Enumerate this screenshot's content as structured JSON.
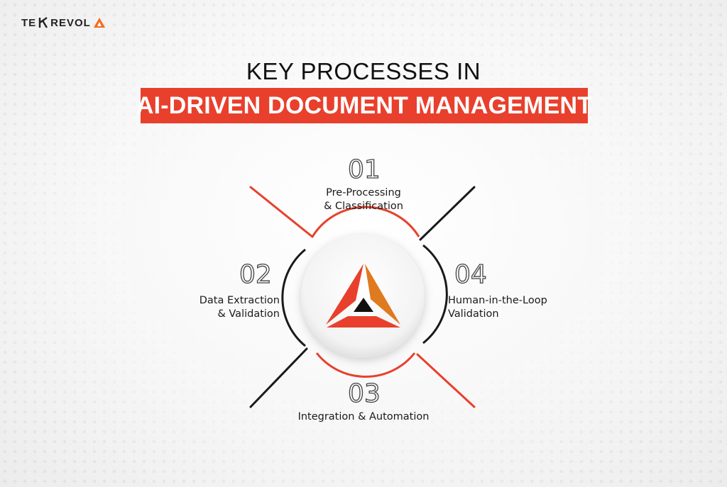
{
  "brand": {
    "name": "TEKREVOL",
    "logo_text_left": "TE",
    "logo_text_right": "REVOL"
  },
  "title": {
    "line1": "KEY PROCESSES IN",
    "banner": "AI-DRIVEN DOCUMENT MANAGEMENT"
  },
  "colors": {
    "accent": "#e8402d",
    "dark": "#1a1a1a",
    "orange": "#f26a1b"
  },
  "steps": [
    {
      "number": "01",
      "label_line1": "Pre-Processing",
      "label_line2": "& Classification"
    },
    {
      "number": "02",
      "label_line1": "Data Extraction",
      "label_line2": "& Validation"
    },
    {
      "number": "03",
      "label_line1": "Integration & Automation",
      "label_line2": ""
    },
    {
      "number": "04",
      "label_line1": "Human-in-the-Loop",
      "label_line2": "Validation"
    }
  ],
  "center_icon": "tekrevol-triangle-logo-icon"
}
